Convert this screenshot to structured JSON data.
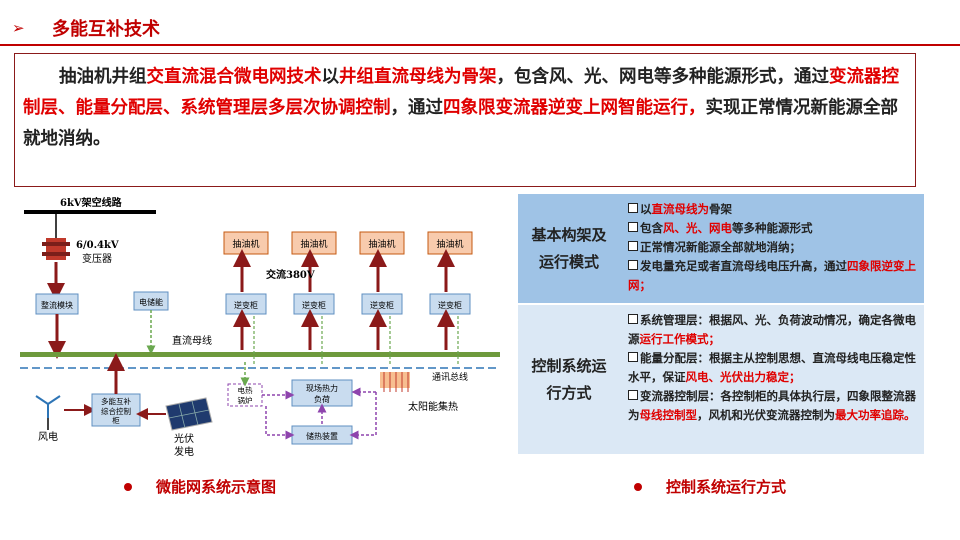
{
  "title": {
    "arrow": "➢",
    "text": "多能互补技术"
  },
  "summary": {
    "segments": [
      {
        "text": "抽油机井组",
        "hl": false
      },
      {
        "text": "交直流混合微电网技术",
        "hl": true
      },
      {
        "text": "以",
        "hl": false
      },
      {
        "text": "井组直流母线为骨架",
        "hl": true
      },
      {
        "text": "，包含风、光、网电等多种能源形式，通过",
        "hl": false
      },
      {
        "text": "变流器控制层、能量分配层、系统管理层多层次协调控制",
        "hl": true
      },
      {
        "text": "，通过",
        "hl": false
      },
      {
        "text": "四象限变流器逆变上网智能运行，",
        "hl": true
      },
      {
        "text": "实现正常情况新能源全部就地消纳。",
        "hl": false
      }
    ]
  },
  "diagram": {
    "overhead_line": "6kV架空线路",
    "transformer": "6/0.4kV",
    "transformer_label": "变压器",
    "rectifier": "整流模块",
    "storage": "电储能",
    "pump": "抽油机",
    "inverter": "逆变柜",
    "ac_label": "交流380V",
    "dc_bus": "直流母线",
    "comm_bus": "通讯总线",
    "wind": "风电",
    "controller": [
      "多能互补",
      "综合控制",
      "柜"
    ],
    "pv": [
      "光伏",
      "发电"
    ],
    "boiler": [
      "电热",
      "锅炉"
    ],
    "heat_load": [
      "现场热力",
      "负荷"
    ],
    "heat_storage": "储热装置",
    "solar_heat": "太阳能集热"
  },
  "panel": {
    "row1": {
      "label": [
        "基本构架及",
        "运行模式"
      ],
      "items": [
        [
          {
            "t": "以",
            "r": false
          },
          {
            "t": "直流母线为",
            "r": true
          },
          {
            "t": "骨架",
            "r": false
          }
        ],
        [
          {
            "t": "包含",
            "r": false
          },
          {
            "t": "风、光、网电",
            "r": true
          },
          {
            "t": "等多种能源形式",
            "r": false
          }
        ],
        [
          {
            "t": "正常情况新能源全部就地消纳；",
            "r": false
          }
        ],
        [
          {
            "t": "发电量充足或者直流母线电压升高，通过",
            "r": false
          },
          {
            "t": "四象限逆变上网；",
            "r": true
          }
        ]
      ]
    },
    "row2": {
      "label": [
        "控制系统运",
        "行方式"
      ],
      "items": [
        [
          {
            "t": "系统管理层：根据风、光、负荷波动情况，确定各微电源",
            "r": false
          },
          {
            "t": "运行工作模式；",
            "r": true
          }
        ],
        [
          {
            "t": "能量分配层：根据主从控制思想、直流母线电压稳定性水平，保证",
            "r": false
          },
          {
            "t": "风电、光伏出力稳定；",
            "r": true
          }
        ],
        [
          {
            "t": "变流器控制层：各控制柜的具体执行层，四象限整流器为",
            "r": false
          },
          {
            "t": "母线控制型",
            "r": true
          },
          {
            "t": "，风机和光伏变流器控制为",
            "r": false
          },
          {
            "t": "最大功率追踪。",
            "r": true
          }
        ]
      ]
    }
  },
  "captions": {
    "left": "微能网系统示意图",
    "right": "控制系统运行方式"
  },
  "colors": {
    "accent": "#c00000",
    "highlight": "#e00000",
    "bus": "#6e9a3c",
    "box_fill": "#c9dcef",
    "box_border": "#5f8fc0",
    "pump_fill": "#f8cbad",
    "dark_red": "#8b1a1a"
  }
}
